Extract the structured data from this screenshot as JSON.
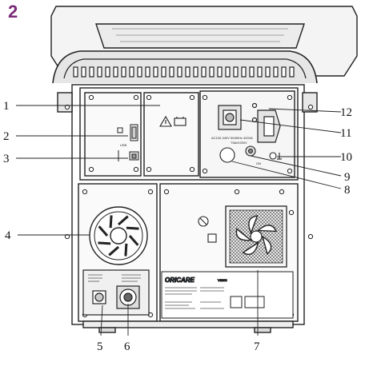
{
  "figure_number": "2",
  "brand_label": "ORICARE",
  "model_label": "V8800",
  "ports": {
    "power_rating": "AC100-240V 50/60Hz 400VA",
    "fuse_rating": "T5AH/250V",
    "usb_label": "USB",
    "on_label": "ON"
  },
  "callouts": [
    "1",
    "2",
    "3",
    "4",
    "5",
    "6",
    "7",
    "8",
    "9",
    "10",
    "11",
    "12"
  ],
  "colors": {
    "line": "#222222",
    "fig_number": "#7a2a78",
    "brand": "#1b4fa0"
  }
}
